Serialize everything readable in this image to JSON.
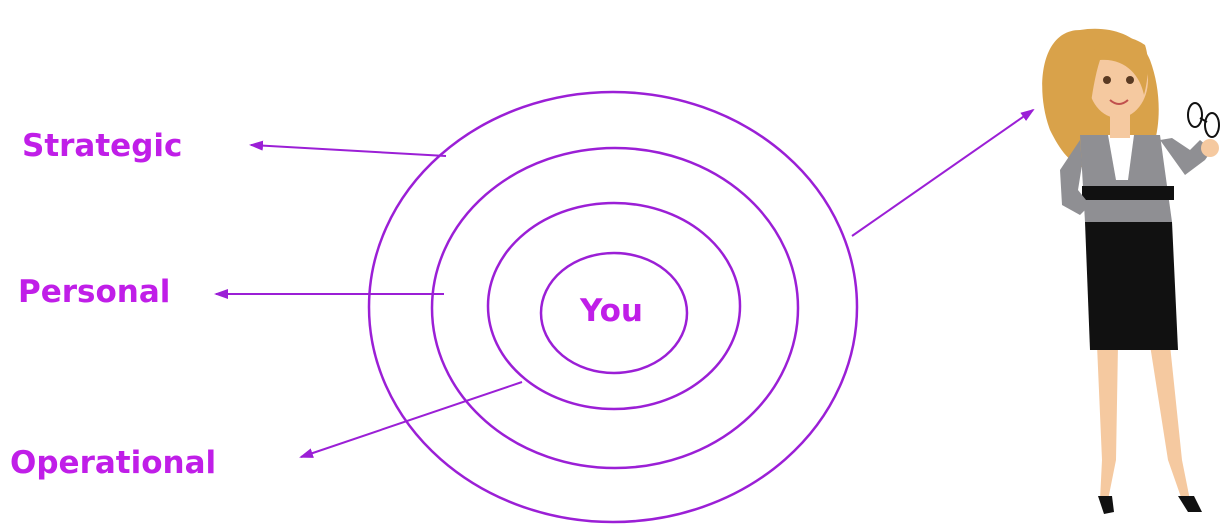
{
  "colors": {
    "ring": "#9b1fd6",
    "arrow": "#9b1fd6",
    "label": "#c01ee8",
    "skin": "#f5c9a0",
    "hair": "#d9a24a",
    "jacket": "#8f8f93",
    "skirt": "#111111",
    "shirt": "#ffffff"
  },
  "diagram": {
    "center_label": "You",
    "labels": {
      "strategic": "Strategic",
      "personal": "Personal",
      "operational": "Operational"
    }
  },
  "illustration": {
    "icon": "businesswoman-with-glasses-illustration"
  }
}
